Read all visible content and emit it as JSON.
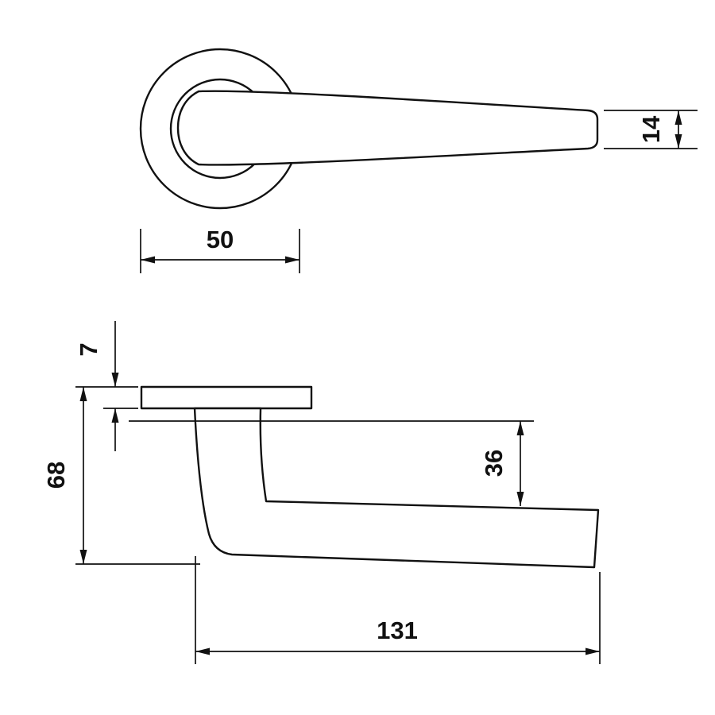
{
  "drawing": {
    "subject": "door-lever-handle-on-round-rose",
    "style": {
      "line_color": "#111111",
      "background_color": "#ffffff"
    },
    "dimensions": {
      "rose_diameter": "50",
      "lever_end_width": "14",
      "rose_thickness": "7",
      "overall_depth": "68",
      "grip_offset": "36",
      "overall_length": "131"
    }
  }
}
